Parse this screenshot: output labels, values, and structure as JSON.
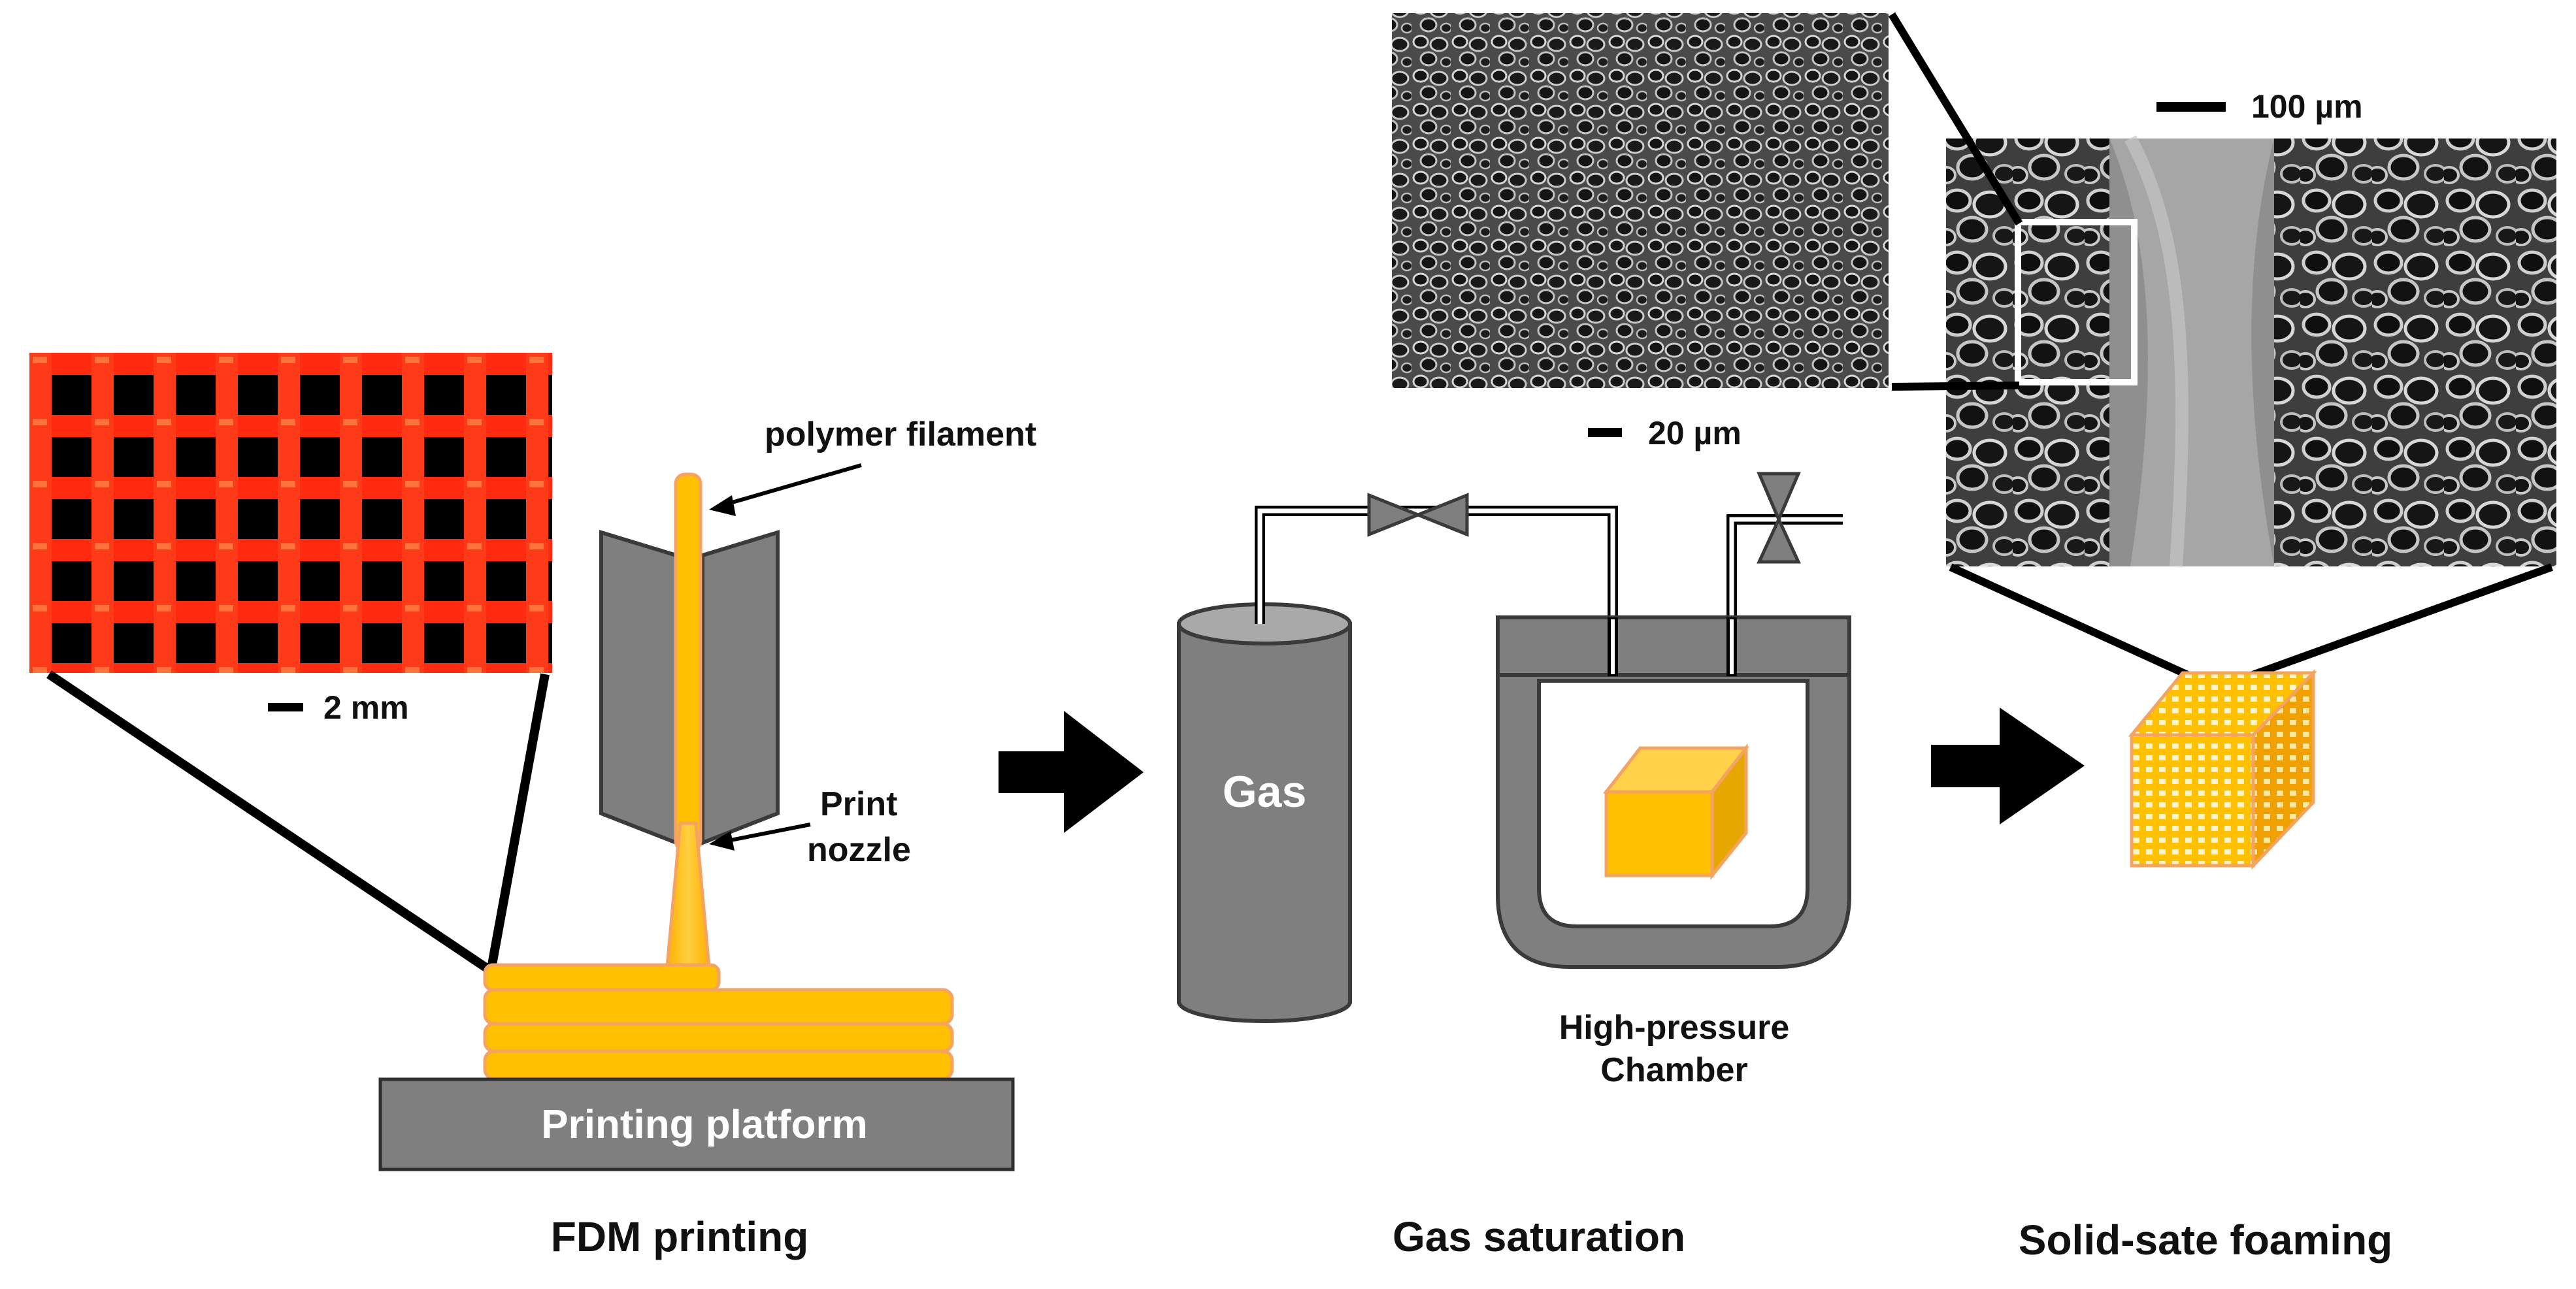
{
  "labels": {
    "polymer_filament": "polymer  filament",
    "print_nozzle_1": "Print",
    "print_nozzle_2": "nozzle",
    "printing_platform": "Printing platform",
    "gas": "Gas",
    "chamber_1": "High-pressure",
    "chamber_2": "Chamber",
    "stage_fdm": "FDM printing",
    "stage_gas": "Gas saturation",
    "stage_foam": "Solid-sate foaming"
  },
  "scale_bars": {
    "grid": "2 mm",
    "sem_small": "20 µm",
    "sem_large": "100 µm"
  },
  "colors": {
    "filament": "#ffc000",
    "filament_edge": "#f4a460",
    "gray": "#7f7f7f",
    "gray_edge": "#3a3a3a",
    "grid_red": "#ff2a10",
    "arrow": "#000000"
  }
}
